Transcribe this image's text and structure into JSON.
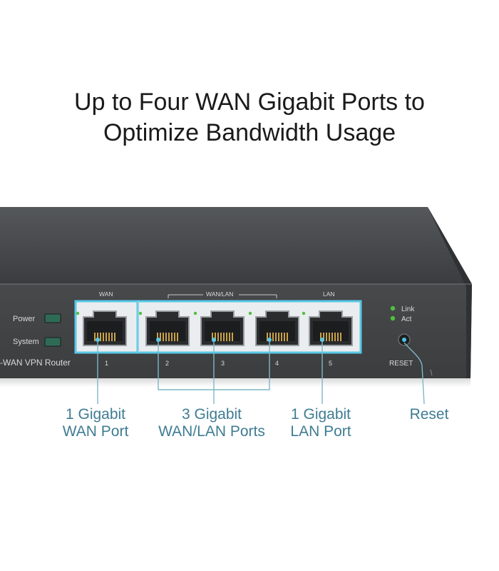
{
  "headline": {
    "line1": "Up to Four WAN Gigabit Ports to",
    "line2": "Optimize Bandwidth Usage"
  },
  "panel": {
    "power_label": "Power",
    "system_label": "System",
    "model_label": "-WAN VPN Router",
    "group_labels": {
      "wan": "WAN",
      "wanlan": "WAN/LAN",
      "lan": "LAN"
    },
    "port_numbers": [
      "1",
      "2",
      "3",
      "4",
      "5"
    ],
    "led_link": "Link",
    "led_act": "Act",
    "reset_label": "RESET"
  },
  "callouts": {
    "wan": {
      "line1": "1 Gigabit",
      "line2": "WAN Port"
    },
    "wanlan": {
      "line1": "3 Gigabit",
      "line2": "WAN/LAN Ports"
    },
    "lan": {
      "line1": "1 Gigabit",
      "line2": "LAN Port"
    },
    "reset": {
      "line1": "Reset"
    }
  },
  "colors": {
    "accent": "#3f7c93",
    "highlight": "#59c8e6",
    "chassis": "#3d3f41",
    "led_green": "#4fbf3f"
  },
  "icons": [
    "ethernet-port-icon",
    "led-indicator-icon",
    "reset-button-icon"
  ]
}
